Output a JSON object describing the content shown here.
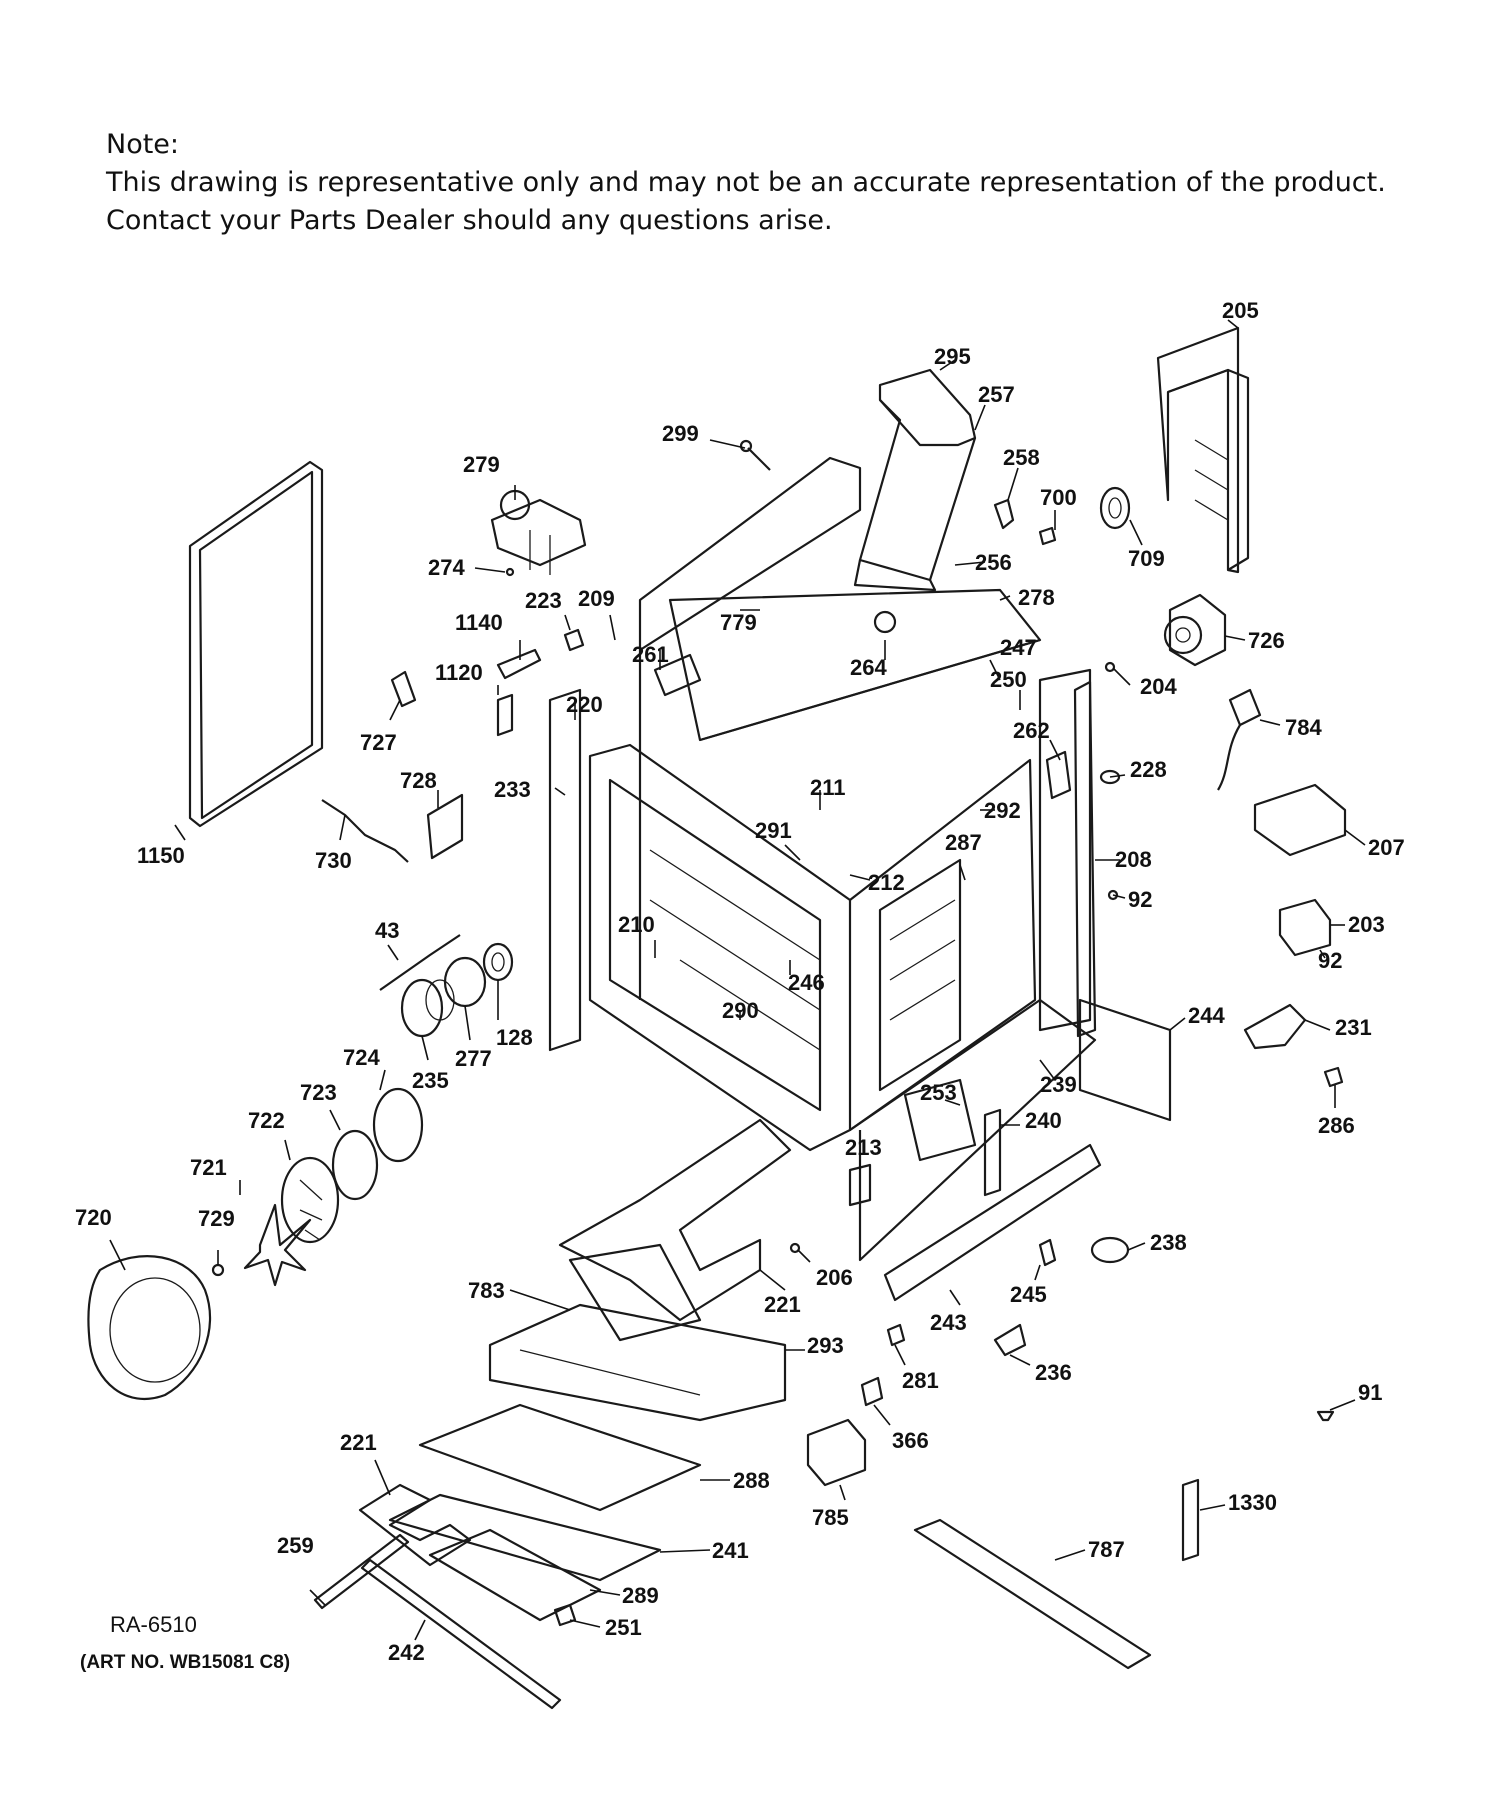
{
  "note": {
    "heading": "Note:",
    "line1": "This drawing is representative only and may not be an accurate representation of the product.",
    "line2": "Contact your Parts Dealer should any questions arise."
  },
  "footer": {
    "ref": "RA-6510",
    "art_no": "(ART NO. WB15081 C8)"
  },
  "callouts": [
    {
      "id": "c205",
      "label": "205"
    },
    {
      "id": "c295",
      "label": "295"
    },
    {
      "id": "c257",
      "label": "257"
    },
    {
      "id": "c299",
      "label": "299"
    },
    {
      "id": "c258",
      "label": "258"
    },
    {
      "id": "c700",
      "label": "700"
    },
    {
      "id": "c709",
      "label": "709"
    },
    {
      "id": "c279",
      "label": "279"
    },
    {
      "id": "c274",
      "label": "274"
    },
    {
      "id": "c256",
      "label": "256"
    },
    {
      "id": "c278",
      "label": "278"
    },
    {
      "id": "c223",
      "label": "223"
    },
    {
      "id": "c209",
      "label": "209"
    },
    {
      "id": "c779",
      "label": "779"
    },
    {
      "id": "c1140",
      "label": "1140"
    },
    {
      "id": "c261",
      "label": "261"
    },
    {
      "id": "c264",
      "label": "264"
    },
    {
      "id": "c247",
      "label": "247"
    },
    {
      "id": "c726",
      "label": "726"
    },
    {
      "id": "c250",
      "label": "250"
    },
    {
      "id": "c204",
      "label": "204"
    },
    {
      "id": "c1120",
      "label": "1120"
    },
    {
      "id": "c220",
      "label": "220"
    },
    {
      "id": "c262",
      "label": "262"
    },
    {
      "id": "c784",
      "label": "784"
    },
    {
      "id": "c727",
      "label": "727"
    },
    {
      "id": "c728",
      "label": "728"
    },
    {
      "id": "c233",
      "label": "233"
    },
    {
      "id": "c211",
      "label": "211"
    },
    {
      "id": "c228",
      "label": "228"
    },
    {
      "id": "c292",
      "label": "292"
    },
    {
      "id": "c291",
      "label": "291"
    },
    {
      "id": "c207",
      "label": "207"
    },
    {
      "id": "c1150",
      "label": "1150"
    },
    {
      "id": "c730",
      "label": "730"
    },
    {
      "id": "c287",
      "label": "287"
    },
    {
      "id": "c212",
      "label": "212"
    },
    {
      "id": "c208",
      "label": "208"
    },
    {
      "id": "c92a",
      "label": "92"
    },
    {
      "id": "c43",
      "label": "43"
    },
    {
      "id": "c210",
      "label": "210"
    },
    {
      "id": "c203",
      "label": "203"
    },
    {
      "id": "c92b",
      "label": "92"
    },
    {
      "id": "c246",
      "label": "246"
    },
    {
      "id": "c128",
      "label": "128"
    },
    {
      "id": "c290",
      "label": "290"
    },
    {
      "id": "c244",
      "label": "244"
    },
    {
      "id": "c277",
      "label": "277"
    },
    {
      "id": "c231",
      "label": "231"
    },
    {
      "id": "c235",
      "label": "235"
    },
    {
      "id": "c724",
      "label": "724"
    },
    {
      "id": "c239",
      "label": "239"
    },
    {
      "id": "c723",
      "label": "723"
    },
    {
      "id": "c253",
      "label": "253"
    },
    {
      "id": "c286",
      "label": "286"
    },
    {
      "id": "c722",
      "label": "722"
    },
    {
      "id": "c240",
      "label": "240"
    },
    {
      "id": "c213",
      "label": "213"
    },
    {
      "id": "c721",
      "label": "721"
    },
    {
      "id": "c720",
      "label": "720"
    },
    {
      "id": "c729",
      "label": "729"
    },
    {
      "id": "c238",
      "label": "238"
    },
    {
      "id": "c206",
      "label": "206"
    },
    {
      "id": "c245",
      "label": "245"
    },
    {
      "id": "c783",
      "label": "783"
    },
    {
      "id": "c221a",
      "label": "221"
    },
    {
      "id": "c243",
      "label": "243"
    },
    {
      "id": "c293",
      "label": "293"
    },
    {
      "id": "c236",
      "label": "236"
    },
    {
      "id": "c281",
      "label": "281"
    },
    {
      "id": "c91",
      "label": "91"
    },
    {
      "id": "c221b",
      "label": "221"
    },
    {
      "id": "c366",
      "label": "366"
    },
    {
      "id": "c288",
      "label": "288"
    },
    {
      "id": "c785",
      "label": "785"
    },
    {
      "id": "c1330",
      "label": "1330"
    },
    {
      "id": "c241",
      "label": "241"
    },
    {
      "id": "c787",
      "label": "787"
    },
    {
      "id": "c259",
      "label": "259"
    },
    {
      "id": "c289",
      "label": "289"
    },
    {
      "id": "c251",
      "label": "251"
    },
    {
      "id": "c242",
      "label": "242"
    }
  ]
}
